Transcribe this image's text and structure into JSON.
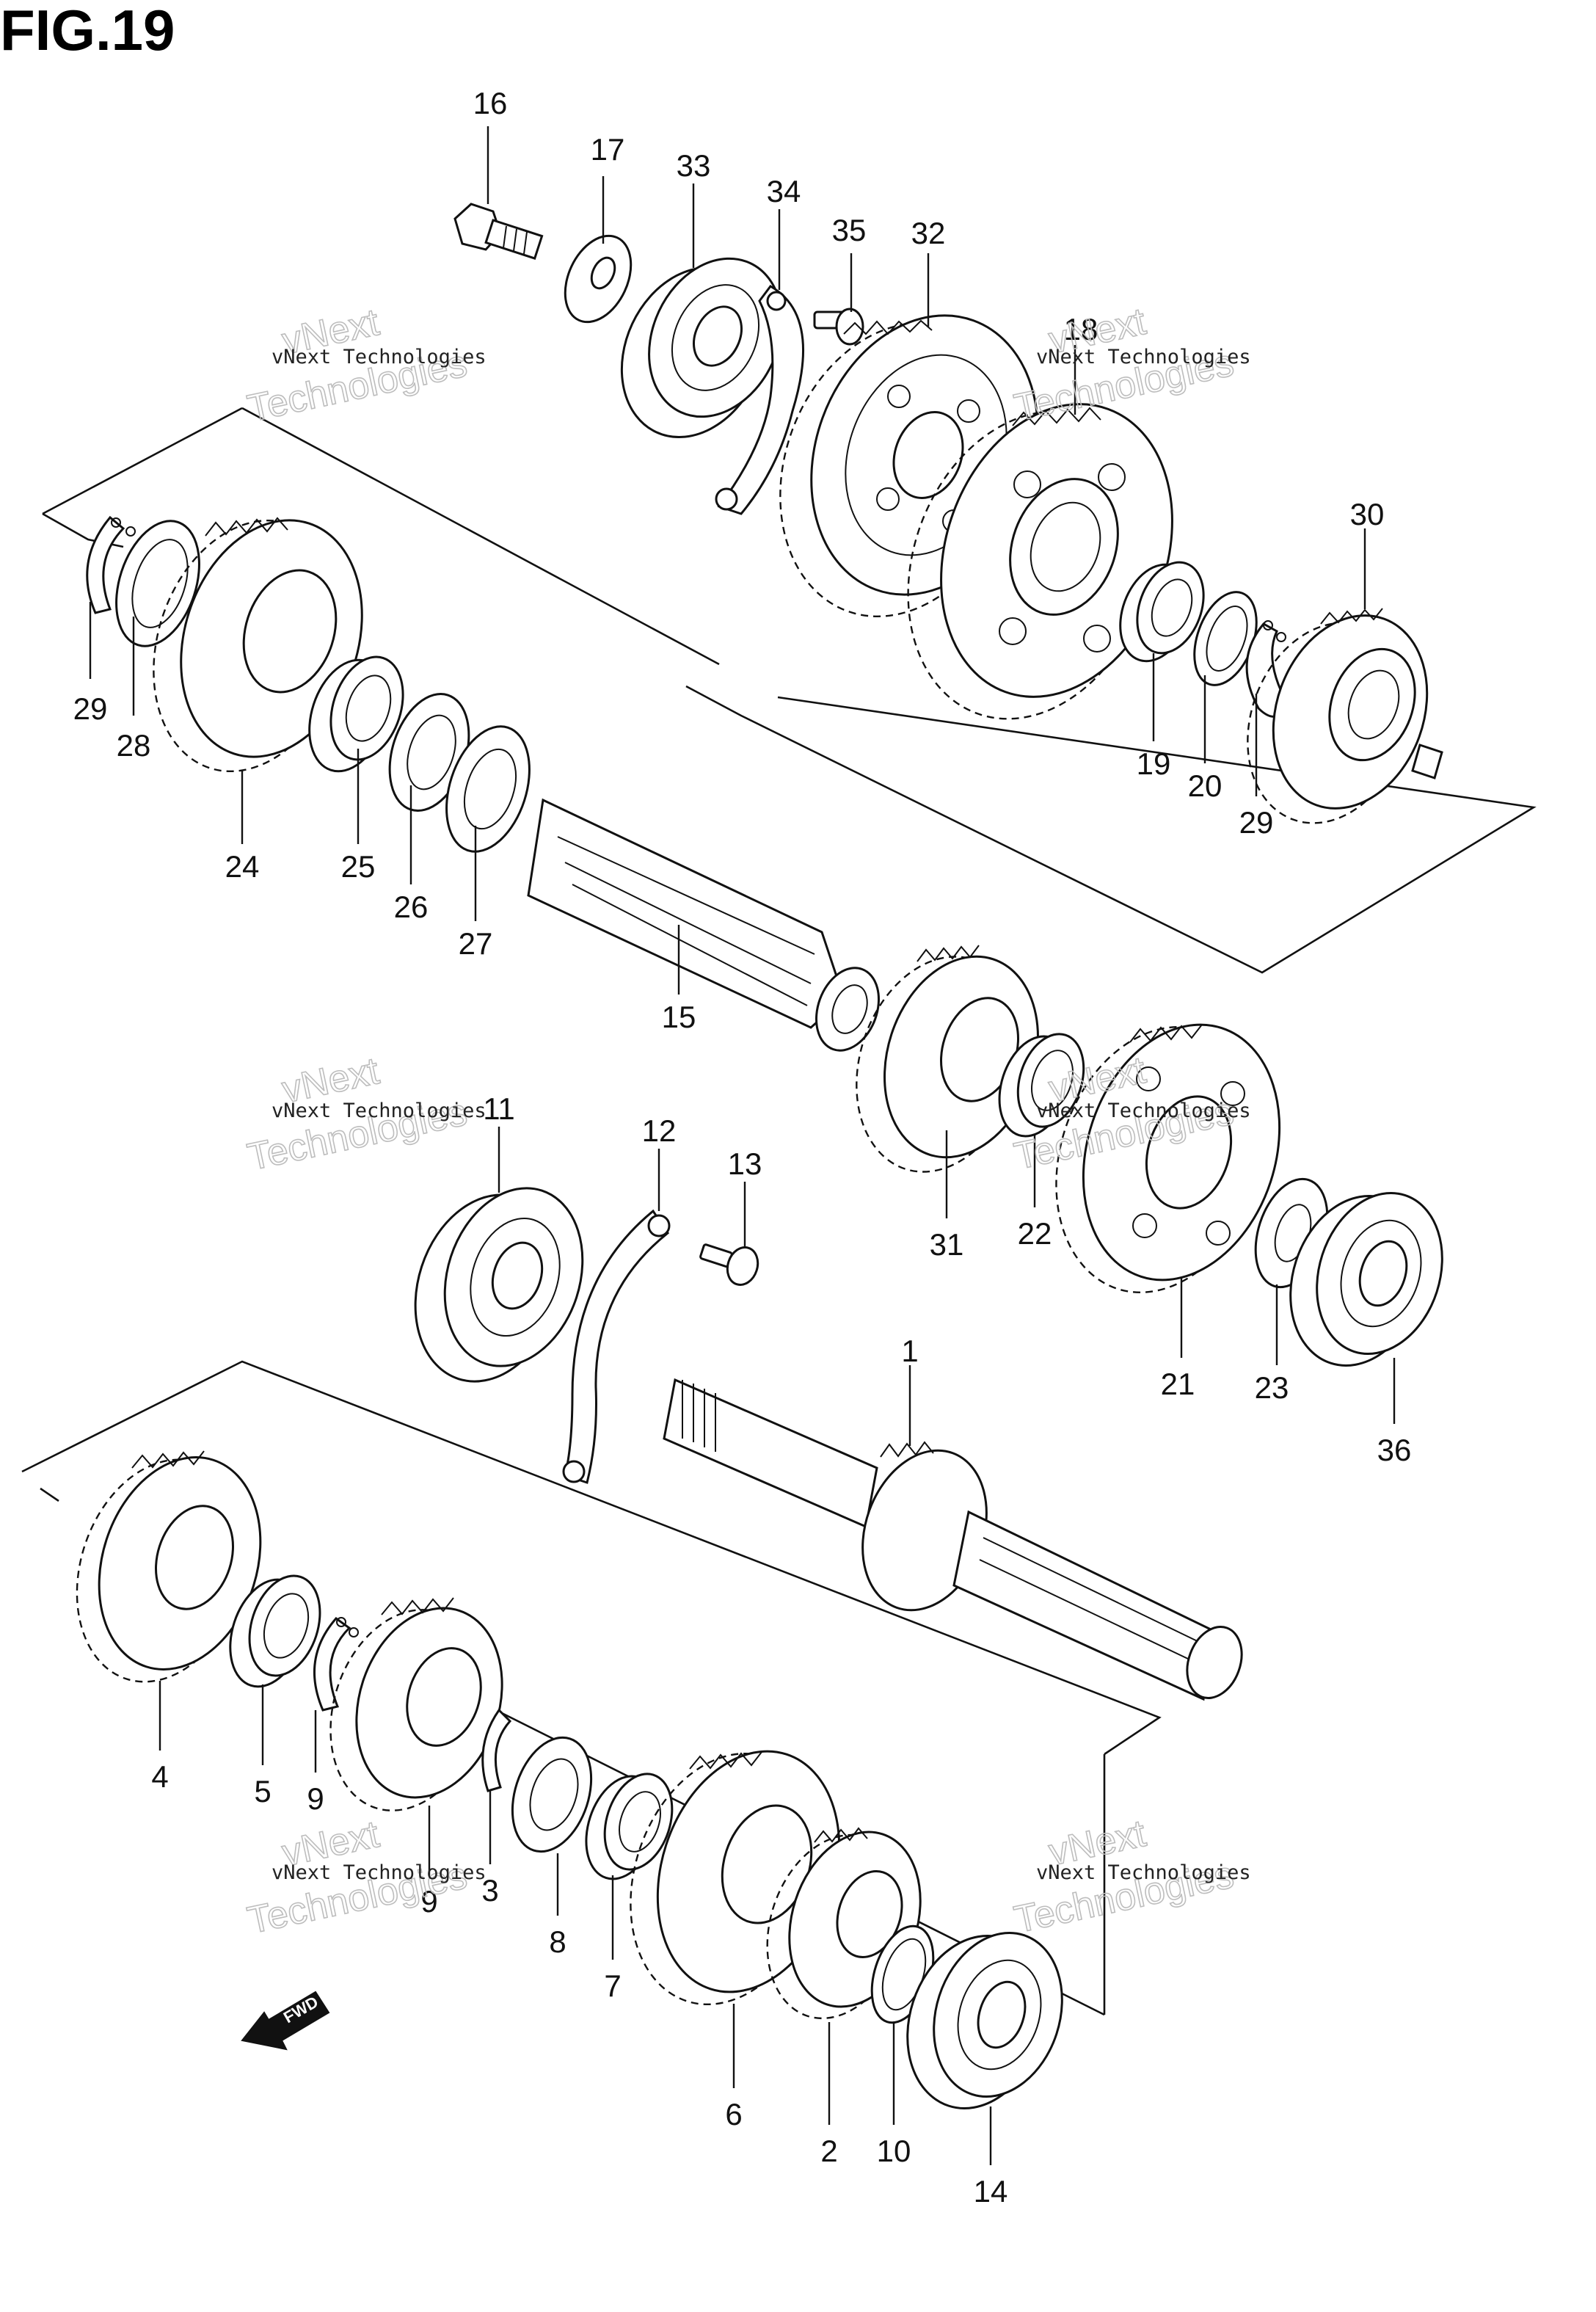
{
  "figure": {
    "title": "FIG.19"
  },
  "watermark": {
    "line1": "vNext",
    "line2": "Technologies",
    "small": "vNext Technologies"
  },
  "fwd_label": "FWD",
  "callouts": {
    "p1": "1",
    "p2": "2",
    "p3": "3",
    "p4": "4",
    "p5": "5",
    "p6": "6",
    "p7": "7",
    "p8": "8",
    "p9a": "9",
    "p9b": "9",
    "p10": "10",
    "p11": "11",
    "p12": "12",
    "p13": "13",
    "p14": "14",
    "p15": "15",
    "p16": "16",
    "p17": "17",
    "p18": "18",
    "p19": "19",
    "p20": "20",
    "p21": "21",
    "p22": "22",
    "p23": "23",
    "p24": "24",
    "p25": "25",
    "p26": "26",
    "p27": "27",
    "p28": "28",
    "p29a": "29",
    "p29b": "29",
    "p30": "30",
    "p31": "31",
    "p32": "32",
    "p33": "33",
    "p34": "34",
    "p35": "35",
    "p36": "36"
  }
}
